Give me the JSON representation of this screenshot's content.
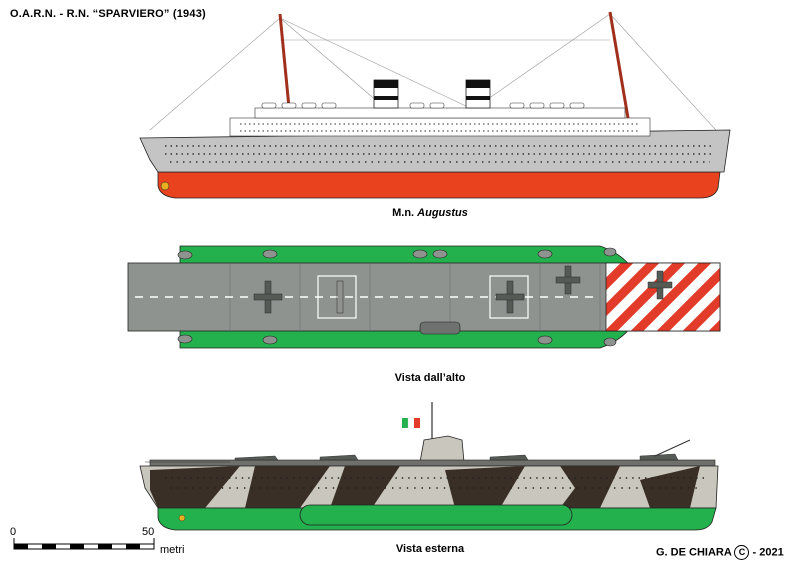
{
  "title": "O.A.R.N. - R.N. “SPARVIERO” (1943)",
  "views": {
    "liner": {
      "caption_prefix": "M.n. ",
      "caption_name": "Augustus"
    },
    "top": {
      "caption": "Vista dall’alto"
    },
    "side": {
      "caption": "Vista esterna"
    }
  },
  "scale_bar": {
    "start": "0",
    "end": "50",
    "unit": "metri"
  },
  "credit": {
    "author": "G. DE CHIARA",
    "symbol": "C",
    "year": "- 2021"
  },
  "colors": {
    "hull_red": "#e8421e",
    "hull_grey": "#c4c4c4",
    "deck_grey": "#8f9390",
    "boot_green": "#22b14c",
    "camo_dark": "#3a2f27",
    "stripe_red": "#e23b2a"
  }
}
